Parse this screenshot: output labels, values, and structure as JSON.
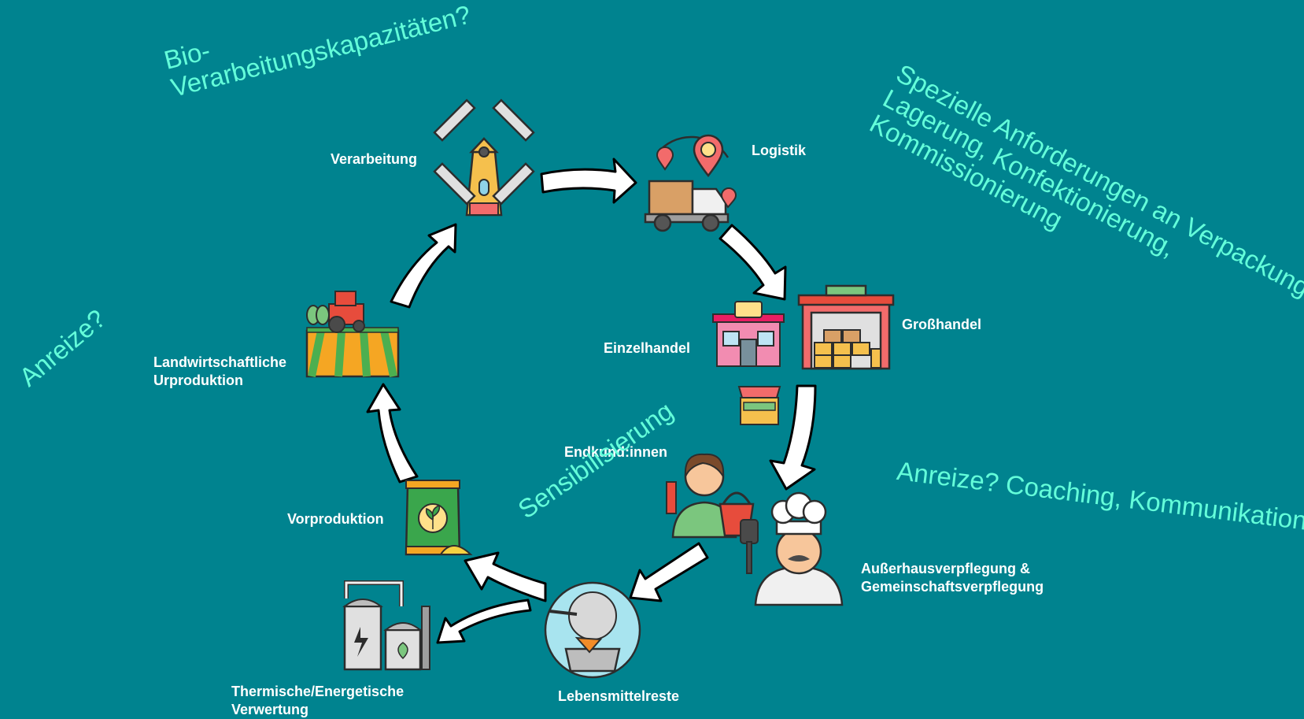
{
  "colors": {
    "background": "#00838f",
    "label": "#ffffff",
    "annotation": "#64ffda",
    "arrow_fill": "#ffffff",
    "arrow_stroke": "#000000"
  },
  "nodes": {
    "verarbeitung": {
      "label": "Verarbeitung",
      "icon": "windmill-icon"
    },
    "logistik": {
      "label": "Logistik",
      "icon": "delivery-truck-icon"
    },
    "grosshandel": {
      "label": "Großhandel",
      "icon": "warehouse-icon"
    },
    "einzelhandel": {
      "label": "Einzelhandel",
      "icon": "store-icon"
    },
    "markt": {
      "icon": "market-stall-icon"
    },
    "endkunden": {
      "label": "Endkund:innen",
      "icon": "shopper-icon"
    },
    "ausser_haus": {
      "label_lines": [
        "Außerhausverpflegung &",
        "Gemeinschaftsverpflegung"
      ],
      "icon": "chef-icon"
    },
    "lebensmittelreste": {
      "label": "Lebensmittelreste",
      "icon": "food-waste-icon"
    },
    "thermisch": {
      "label_lines": [
        "Thermische/Energetische",
        "Verwertung"
      ],
      "icon": "biogas-plant-icon"
    },
    "vorproduktion": {
      "label": "Vorproduktion",
      "icon": "seed-bag-icon"
    },
    "landwirtschaft": {
      "label_lines": [
        "Landwirtschaftliche",
        "Urproduktion"
      ],
      "icon": "tractor-field-icon"
    }
  },
  "annotations": {
    "bio_verarbeitung": [
      "Bio-",
      "Verarbeitungskapazitäten?"
    ],
    "spezielle_anforderungen": [
      "Spezielle Anforderungen an Verpackung,",
      "Lagerung, Konfektionierung,",
      "Kommissionierung"
    ],
    "anreize_left": "Anreize?",
    "anreize_right": "Anreize? Coaching, Kommunikation",
    "sensibilisierung": "Sensibilisierung"
  }
}
